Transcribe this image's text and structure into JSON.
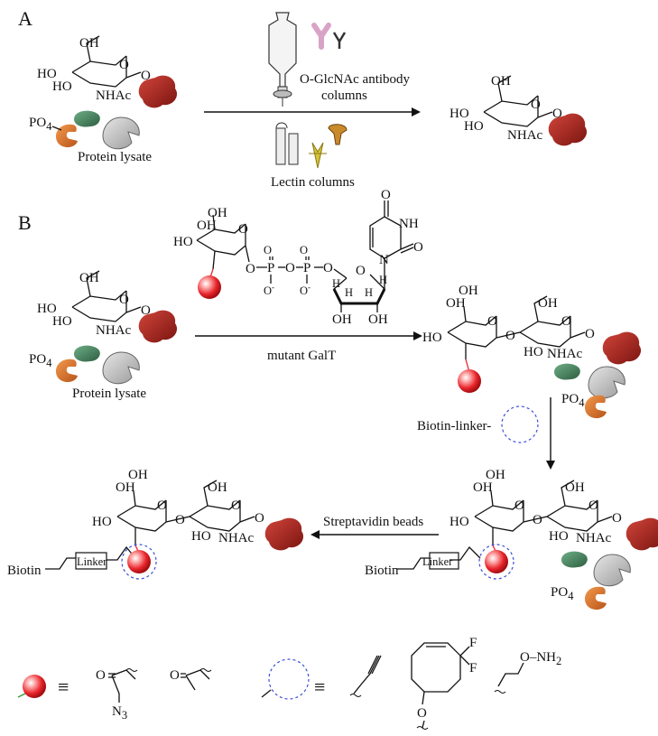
{
  "panel_a": {
    "label": "A",
    "antibody_label_line1": "O-GlcNAc antibody",
    "antibody_label_line2": "columns",
    "lectin_label": "Lectin columns",
    "lysate_label": "Protein lysate",
    "po4": "PO",
    "po4_sub": "4",
    "sugar": {
      "oh": "OH",
      "ho": "HO",
      "nhac": "NHAc",
      "o": "O"
    }
  },
  "panel_b": {
    "label": "B",
    "enzyme_label": "mutant GalT",
    "lysate_label": "Protein lysate",
    "reagent_label": "Biotin-linker-",
    "capture_label": "Streptavidin beads",
    "biotin": "Biotin",
    "linker": "Linker",
    "po4": "PO",
    "po4_sub": "4",
    "udp": {
      "o": "O",
      "nh": "NH",
      "n": "N",
      "p": "P",
      "h": "H",
      "oh": "OH",
      "ominus": "O",
      "minus": "-"
    },
    "sugar": {
      "oh": "OH",
      "ho": "HO",
      "nhac": "NHAc",
      "o": "O"
    }
  },
  "legend": {
    "equiv": "≡",
    "azide": "N",
    "azide_sub": "3",
    "o": "O",
    "f": "F",
    "aminooxy": "O–NH",
    "aminooxy_sub": "2"
  },
  "colors": {
    "protein_red": "#b3261e",
    "protein_green": "#3f7d57",
    "protein_grey": "#c8c8c8",
    "protein_orange": "#e0772a",
    "bead_red": "#e8252b",
    "dashed_blue": "#3b4fd8",
    "lectin_yellow": "#d8c23a",
    "lectin_orange": "#c98a2a",
    "antibody_pink": "#d9a3c7"
  }
}
